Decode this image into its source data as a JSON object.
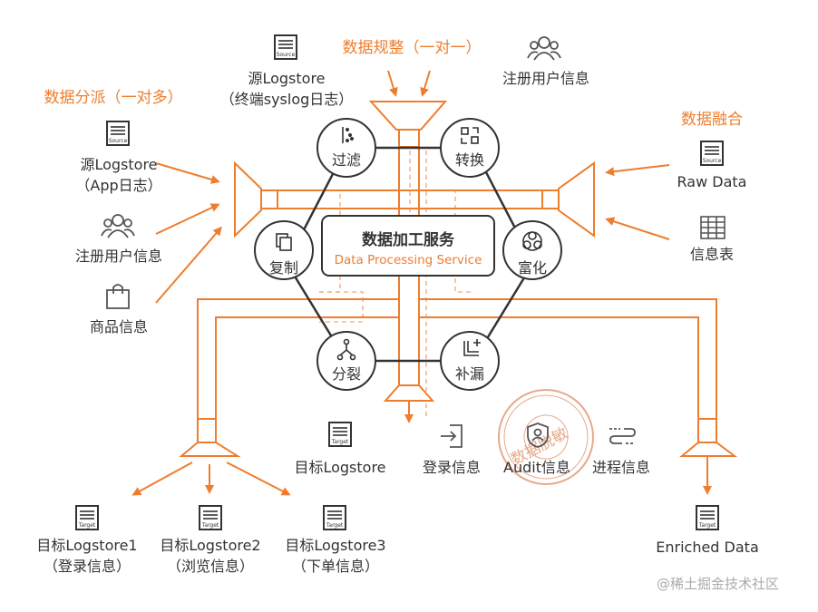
{
  "titles": {
    "regulate": "数据规整（一对一）",
    "dispatch": "数据分派（一对多）",
    "fusion": "数据融合"
  },
  "center": {
    "title": "数据加工服务",
    "subtitle": "Data Processing Service"
  },
  "nodes": {
    "filter": "过滤",
    "convert": "转换",
    "copy": "复制",
    "enrich": "富化",
    "split": "分裂",
    "fill": "补漏"
  },
  "sources": {
    "top_source_line1": "源Logstore",
    "top_source_line2": "（终端syslog日志）",
    "top_user": "注册用户信息",
    "left_source_line1": "源Logstore",
    "left_source_line2": "（App日志）",
    "left_user": "注册用户信息",
    "left_goods": "商品信息",
    "right_raw": "Raw Data",
    "right_table": "信息表"
  },
  "targets": {
    "t1_line1": "目标Logstore1",
    "t1_line2": "（登录信息）",
    "t2_line1": "目标Logstore2",
    "t2_line2": "（浏览信息）",
    "t3_line1": "目标Logstore3",
    "t3_line2": "（下单信息）",
    "center_target": "目标Logstore",
    "login_info": "登录信息",
    "audit_info": "Audit信息",
    "process_info": "进程信息",
    "enriched": "Enriched Data"
  },
  "icon_tags": {
    "source": "Source",
    "target": "Target"
  },
  "stamp": {
    "text": "数据脱敏"
  },
  "watermark": "@稀土掘金技术社区",
  "colors": {
    "accent": "#ee7d2e",
    "line": "#333333",
    "text": "#333333"
  }
}
